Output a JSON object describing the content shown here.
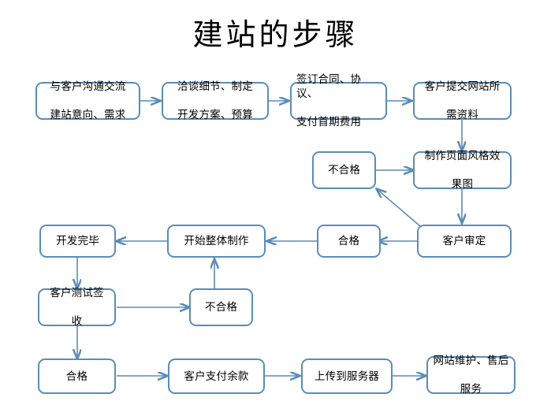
{
  "title": "建站的步骤",
  "diagram": {
    "type": "flowchart",
    "accent_color": "#5b8cb8",
    "background_color": "#ffffff",
    "text_color": "#000000",
    "nodes": [
      {
        "id": "n1",
        "label": "与客户沟通交流建站意向、需求",
        "line1": "与客户沟通交流",
        "line2": "建站意向、需求"
      },
      {
        "id": "n2",
        "label": "洽谈细节、制定开发方案、预算",
        "line1": "洽谈细节、制定",
        "line2": "开发方案、预算"
      },
      {
        "id": "n3",
        "label": "签订合同、协议、支付首期费用",
        "line1": "签订合同、协议、",
        "line2": "支付首期费用"
      },
      {
        "id": "n4",
        "label": "客户提交网站所需资料",
        "line1": "客户提交网站所",
        "line2": "需资料"
      },
      {
        "id": "n5",
        "label": "不合格",
        "line1": "不合格",
        "line2": ""
      },
      {
        "id": "n6",
        "label": "制作页面风格效果图",
        "line1": "制作页面风格效",
        "line2": "果图"
      },
      {
        "id": "n7",
        "label": "开发完毕",
        "line1": "开发完毕",
        "line2": ""
      },
      {
        "id": "n8",
        "label": "开始整体制作",
        "line1": "开始整体制作",
        "line2": ""
      },
      {
        "id": "n9",
        "label": "合格",
        "line1": "合格",
        "line2": ""
      },
      {
        "id": "n10",
        "label": "客户审定",
        "line1": "客户审定",
        "line2": ""
      },
      {
        "id": "n11",
        "label": "客户测试签收",
        "line1": "客户测试签",
        "line2": "收"
      },
      {
        "id": "n12",
        "label": "不合格",
        "line1": "不合格",
        "line2": ""
      },
      {
        "id": "n13",
        "label": "合格",
        "line1": "合格",
        "line2": ""
      },
      {
        "id": "n14",
        "label": "客户支付余款",
        "line1": "客户支付余款",
        "line2": ""
      },
      {
        "id": "n15",
        "label": "上传到服务器",
        "line1": "上传到服务器",
        "line2": ""
      },
      {
        "id": "n16",
        "label": "网站维护、售后服务",
        "line1": "网站维护、售后",
        "line2": "服务"
      }
    ],
    "edges": [
      {
        "from": "n1",
        "to": "n2"
      },
      {
        "from": "n2",
        "to": "n3"
      },
      {
        "from": "n3",
        "to": "n4"
      },
      {
        "from": "n4",
        "to": "n6"
      },
      {
        "from": "n5",
        "to": "n6"
      },
      {
        "from": "n6",
        "to": "n10"
      },
      {
        "from": "n10",
        "to": "n5"
      },
      {
        "from": "n10",
        "to": "n9"
      },
      {
        "from": "n9",
        "to": "n8"
      },
      {
        "from": "n8",
        "to": "n7"
      },
      {
        "from": "n7",
        "to": "n11"
      },
      {
        "from": "n11",
        "to": "n12"
      },
      {
        "from": "n12",
        "to": "n8"
      },
      {
        "from": "n11",
        "to": "n13"
      },
      {
        "from": "n13",
        "to": "n14"
      },
      {
        "from": "n14",
        "to": "n15"
      },
      {
        "from": "n15",
        "to": "n16"
      }
    ]
  }
}
